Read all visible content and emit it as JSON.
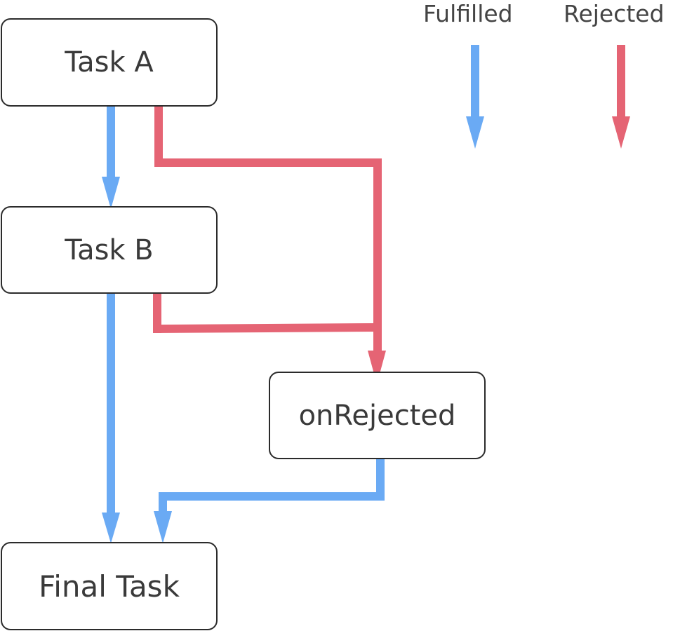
{
  "nodes": {
    "task_a": "Task A",
    "task_b": "Task B",
    "on_rejected": "onRejected",
    "final_task": "Final Task"
  },
  "legend": {
    "fulfilled": "Fulfilled",
    "rejected": "Rejected"
  },
  "colors": {
    "fulfilled": "#6aaaf4",
    "rejected": "#e56474",
    "border": "#2b2b2b",
    "text": "#3a3a3a"
  }
}
